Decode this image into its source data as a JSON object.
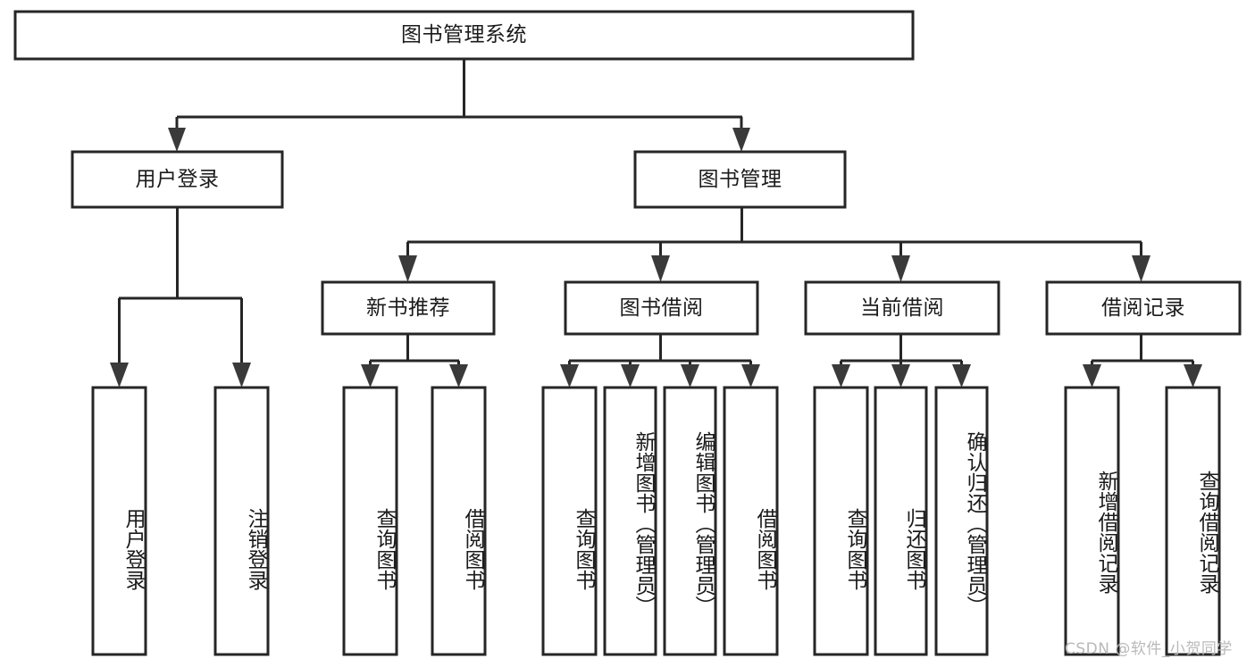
{
  "diagram": {
    "type": "tree-hierarchy-chart",
    "title_text": "图书管理系统",
    "orientation": "top-down",
    "colors": {
      "box_fill": "#ffffff",
      "box_stroke": "#262626",
      "text": "#1b1b1b",
      "background": "#ffffff",
      "watermark": "#b9b9b9"
    },
    "levels": {
      "level1": [
        "图书管理系统"
      ],
      "level2": [
        "用户登录",
        "图书管理"
      ],
      "level3": [
        "新书推荐",
        "图书借阅",
        "当前借阅",
        "借阅记录"
      ],
      "level4": [
        "用户登录",
        "注销登录",
        "查询图书",
        "借阅图书",
        "查询图书",
        "新增图书（管理员）",
        "编辑图书（管理员）",
        "借阅图书",
        "查询图书",
        "归还图书",
        "确认归还（管理员）",
        "新增借阅记录",
        "查询借阅记录"
      ]
    }
  },
  "root": {
    "label": "图书管理系统"
  },
  "branches": [
    {
      "id": "user-login",
      "label": "用户登录",
      "children": [
        {
          "id": "user-login-leaf",
          "label": "用户登录"
        },
        {
          "id": "user-logout-leaf",
          "label": "注销登录"
        }
      ]
    },
    {
      "id": "book-management",
      "label": "图书管理",
      "children": [
        {
          "id": "new-book-recommend",
          "label": "新书推荐",
          "children": [
            {
              "id": "query-book-1",
              "label": "查询图书"
            },
            {
              "id": "borrow-book-1",
              "label": "借阅图书"
            }
          ]
        },
        {
          "id": "book-borrow",
          "label": "图书借阅",
          "children": [
            {
              "id": "query-book-2",
              "label": "查询图书"
            },
            {
              "id": "add-book",
              "label": "新增图书（管理员）"
            },
            {
              "id": "edit-book",
              "label": "编辑图书（管理员）"
            },
            {
              "id": "borrow-book-2",
              "label": "借阅图书"
            }
          ]
        },
        {
          "id": "current-borrow",
          "label": "当前借阅",
          "children": [
            {
              "id": "query-book-3",
              "label": "查询图书"
            },
            {
              "id": "return-book",
              "label": "归还图书"
            },
            {
              "id": "confirm-return",
              "label": "确认归还（管理员）"
            }
          ]
        },
        {
          "id": "borrow-record",
          "label": "借阅记录",
          "children": [
            {
              "id": "add-borrow-record",
              "label": "新增借阅记录"
            },
            {
              "id": "query-borrow-record",
              "label": "查询借阅记录"
            }
          ]
        }
      ]
    }
  ],
  "watermark": {
    "text": "CSDN @软件_小贺同学"
  }
}
